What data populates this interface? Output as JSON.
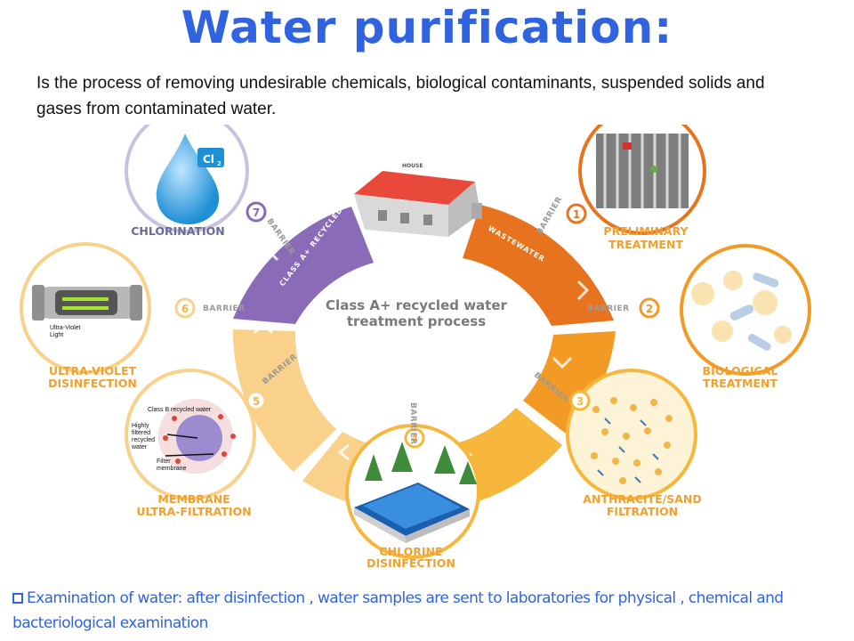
{
  "title": "Water purification:",
  "definition": "Is the process of removing undesirable chemicals, biological contaminants, suspended solids and gases from contaminated water.",
  "diagram": {
    "center_line1": "Class A+ recycled water",
    "center_line2": "treatment process",
    "house_label": "HOUSE",
    "barrier_label": "BARRIER",
    "ring_labels": {
      "wastewater": "WASTEWATER",
      "class_a": "CLASS A+ RECYCLED WATER",
      "class_b": "CLASS B RECYCLED WATER"
    },
    "steps": [
      {
        "number": "1",
        "line1": "PRELIMINARY",
        "line2": "TREATMENT"
      },
      {
        "number": "2",
        "line1": "BIOLOGICAL",
        "line2": "TREATMENT"
      },
      {
        "number": "3",
        "line1": "ANTHRACITE/SAND",
        "line2": "FILTRATION"
      },
      {
        "number": "4",
        "line1": "CHLORINE",
        "line2": "DISINFECTION"
      },
      {
        "number": "5",
        "line1": "MEMBRANE",
        "line2": "ULTRA-FILTRATION"
      },
      {
        "number": "6",
        "line1": "ULTRA-VIOLET",
        "line2": "DISINFECTION"
      },
      {
        "number": "7",
        "line1": "CHLORINATION",
        "line2": ""
      }
    ],
    "cl2_label": "Cl",
    "cl2_sub": "2",
    "uv_light_label": "Ultra-Violet",
    "uv_light_label2": "Light",
    "membrane_labels": {
      "class_b": "Class B recycled water",
      "filtered1": "Highly",
      "filtered2": "filtered",
      "filtered3": "recycled",
      "filtered4": "water",
      "filter1": "Filter",
      "filter2": "membrane"
    },
    "colors": {
      "orange_dark": "#e8731f",
      "orange": "#f39a24",
      "yellow": "#f6b73c",
      "light_yellow": "#f9d18a",
      "purple": "#8a6bb8",
      "step_label": "#f0a030",
      "chlorination_label": "#6a6a9a"
    }
  },
  "footnote": "Examination of water: after disinfection , water samples are sent to laboratories for physical , chemical and bacteriological examination"
}
